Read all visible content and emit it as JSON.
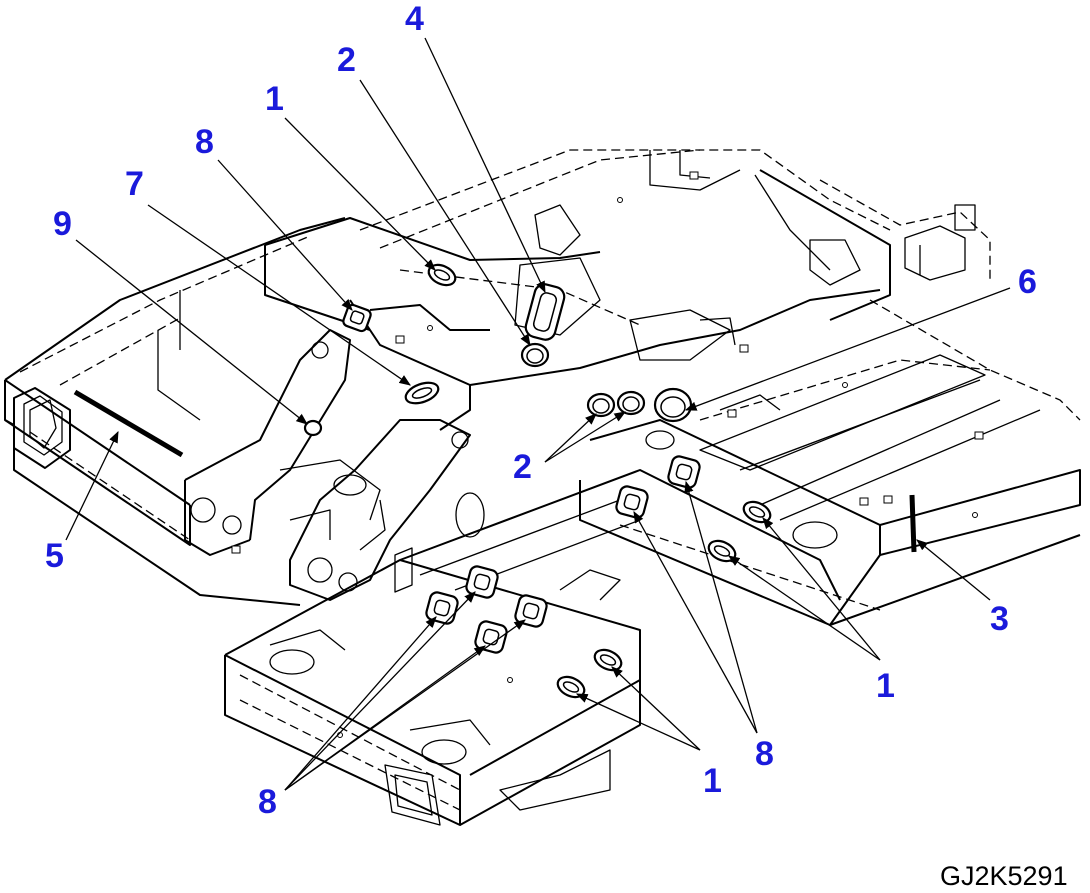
{
  "figure": {
    "drawing_id": "GJ2K5291",
    "callout_color": "#1a1adb",
    "callouts": [
      {
        "id": "c4",
        "label": "4"
      },
      {
        "id": "c2-top",
        "label": "2"
      },
      {
        "id": "c1-top",
        "label": "1"
      },
      {
        "id": "c8-top",
        "label": "8"
      },
      {
        "id": "c7",
        "label": "7"
      },
      {
        "id": "c9",
        "label": "9"
      },
      {
        "id": "c6",
        "label": "6"
      },
      {
        "id": "c2-mid",
        "label": "2"
      },
      {
        "id": "c5",
        "label": "5"
      },
      {
        "id": "c3",
        "label": "3"
      },
      {
        "id": "c1-right",
        "label": "1"
      },
      {
        "id": "c8-right",
        "label": "8"
      },
      {
        "id": "c1-bottom",
        "label": "1"
      },
      {
        "id": "c8-bottom",
        "label": "8"
      }
    ]
  }
}
